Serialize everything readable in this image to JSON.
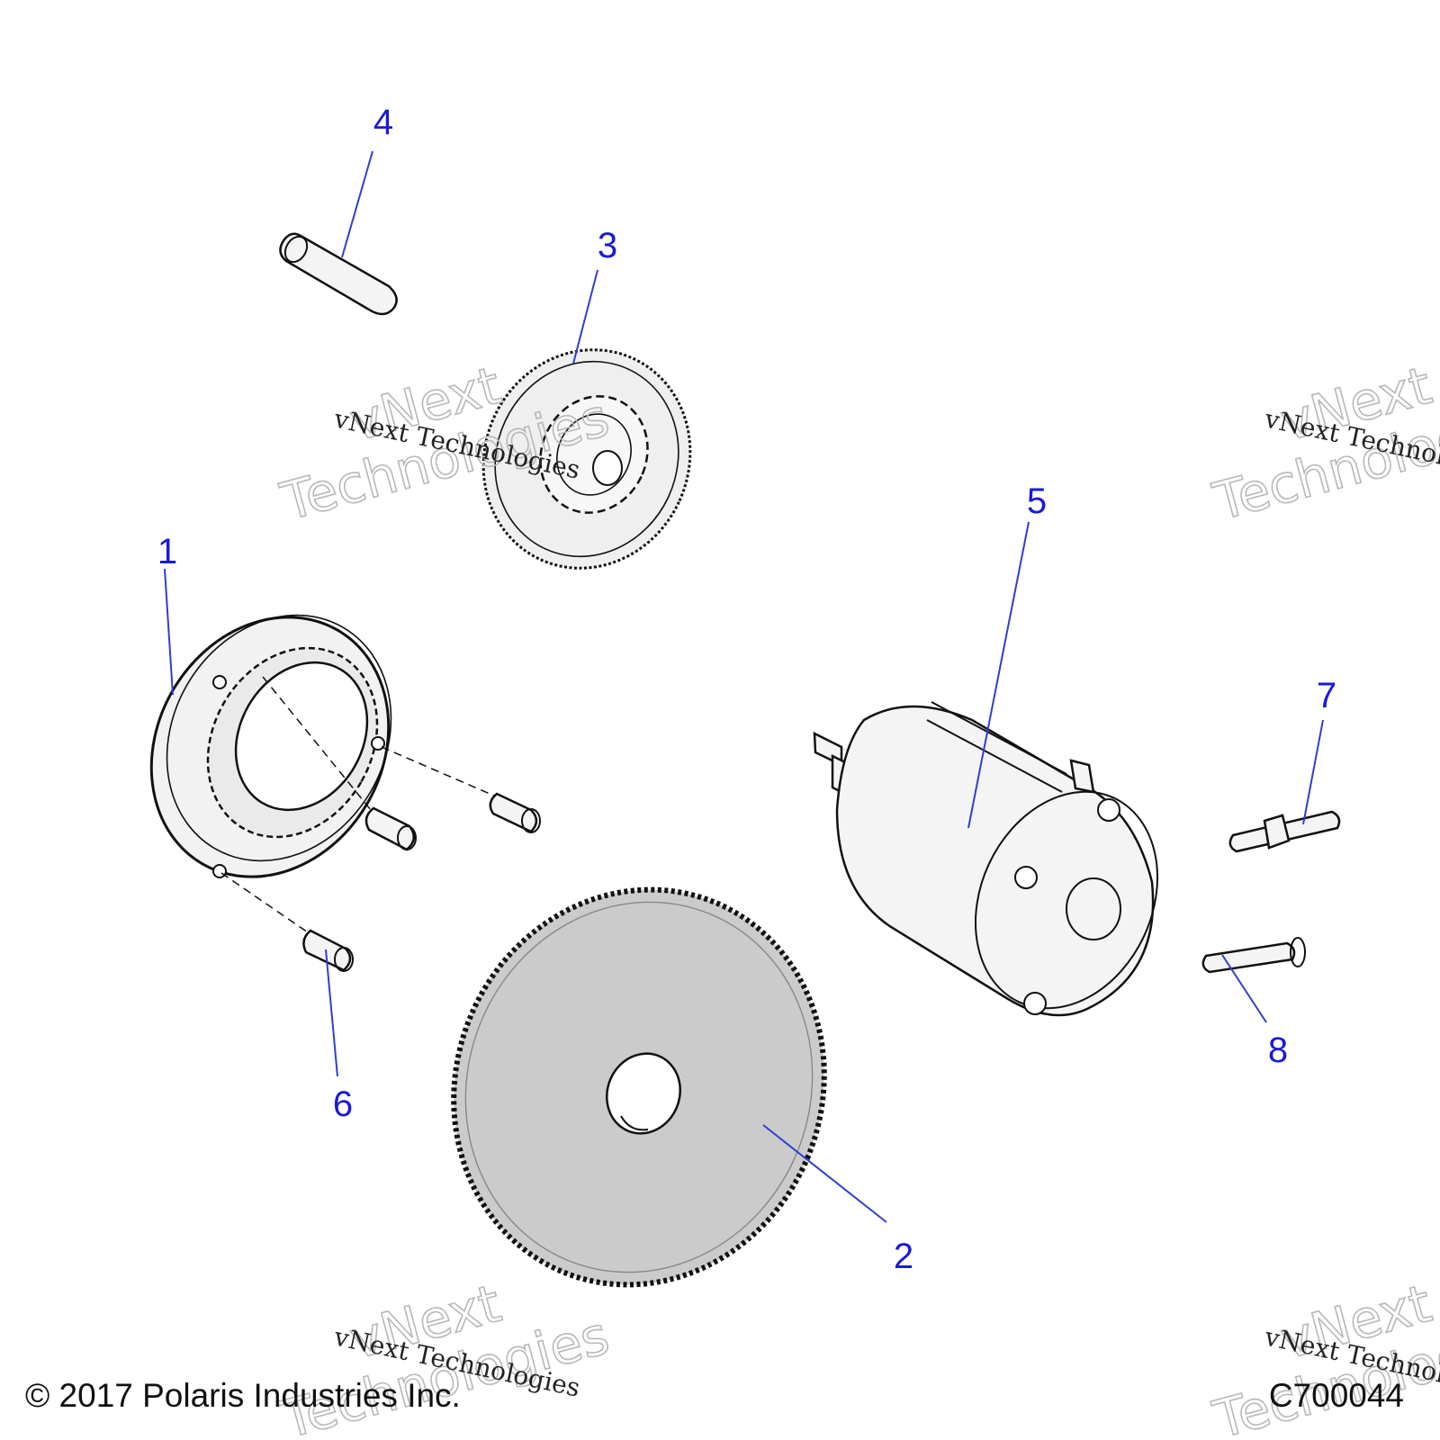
{
  "callouts": [
    {
      "id": "1",
      "label": "1"
    },
    {
      "id": "2",
      "label": "2"
    },
    {
      "id": "3",
      "label": "3"
    },
    {
      "id": "4",
      "label": "4"
    },
    {
      "id": "5",
      "label": "5"
    },
    {
      "id": "6",
      "label": "6"
    },
    {
      "id": "7",
      "label": "7"
    },
    {
      "id": "8",
      "label": "8"
    }
  ],
  "watermark": {
    "line_small": "vNext Technologies",
    "line_big_1": "vNext",
    "line_big_2": "Technologies"
  },
  "footer": {
    "copyright": "© 2017 Polaris Industries Inc.",
    "figure_code": "C700044"
  },
  "colors": {
    "callout": "#1a1ad6",
    "leader": "#2f3fcf",
    "line_art": "#111111",
    "part_fill": "#f4f4f4",
    "gear_fill": "#c9c9c9",
    "watermark_outline": "#b8b8b8"
  }
}
